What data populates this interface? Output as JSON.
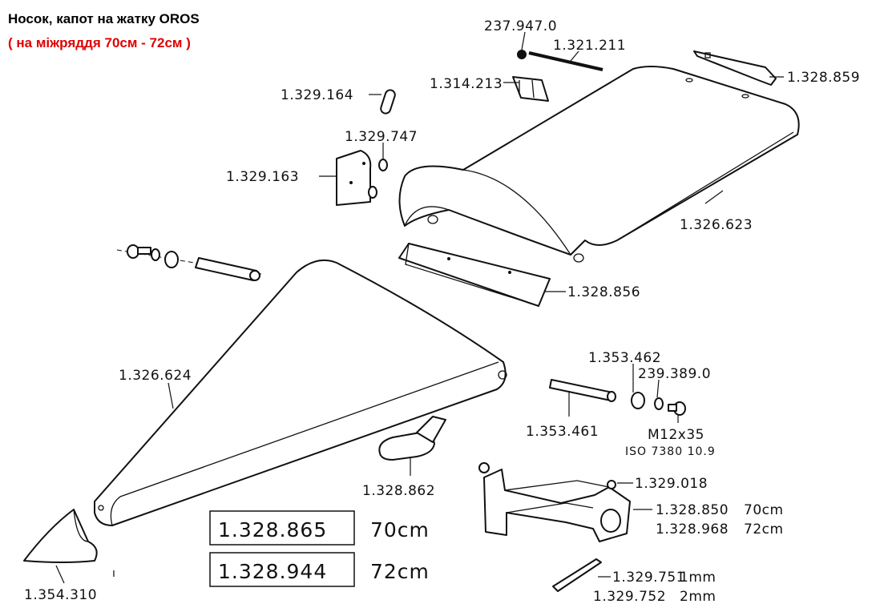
{
  "title": {
    "line1": "Носок, капот на жатку OROS",
    "line2": "( на міжряддя 70см - 72см )",
    "line2_color": "#e00000"
  },
  "labels": {
    "p237947": "237.947.0",
    "p1321211": "1.321.211",
    "p1314213": "1.314.213",
    "p1328859": "1.328.859",
    "p1329164": "1.329.164",
    "p1329747": "1.329.747",
    "p1329163": "1.329.163",
    "p1326623": "1.326.623",
    "p1328856": "1.328.856",
    "p1326624": "1.326.624",
    "p1353462": "1.353.462",
    "p2393890": "239.389.0",
    "p1353461": "1.353.461",
    "bolt": "M12x35",
    "bolt_std": "ISO 7380 10.9",
    "p1328862": "1.328.862",
    "p1329018": "1.329.018",
    "p1328850": "1.328.850",
    "p1328850_size": "70cm",
    "p1328968": "1.328.968",
    "p1328968_size": "72cm",
    "p1329751": "1.329.751",
    "p1329751_thk": "1mm",
    "p1329752": "1.329.752",
    "p1329752_thk": "2mm",
    "p1354310": "1.354.310"
  },
  "variant_table": [
    {
      "part": "1.328.865",
      "size": "70cm"
    },
    {
      "part": "1.328.944",
      "size": "72cm"
    }
  ]
}
